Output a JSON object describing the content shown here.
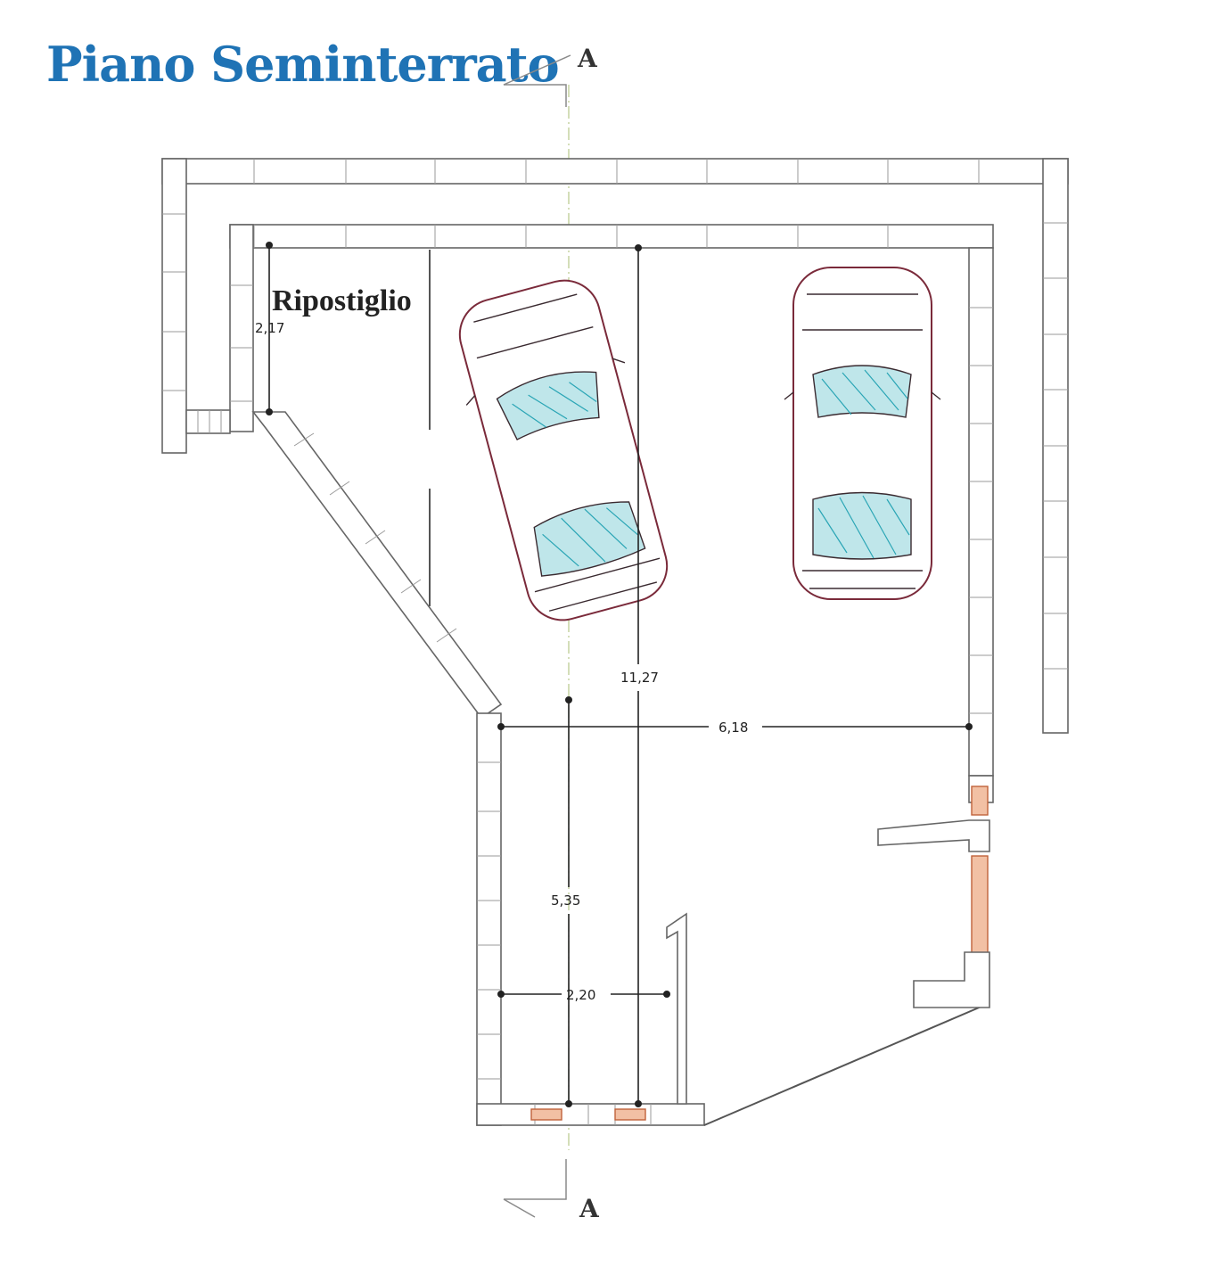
{
  "title": "Piano Seminterrato",
  "rooms": {
    "storage_label": "Ripostiglio"
  },
  "dimensions": {
    "storage_height": "2,17",
    "total_depth": "11,27",
    "width": "6,18",
    "lower_depth": "5,35",
    "lower_width": "2,20"
  },
  "section": {
    "label_top": "A",
    "label_bottom": "A"
  },
  "colors": {
    "title": "#1f73b5",
    "car_outline": "#7a2a3a",
    "glass_hatch": "#2aa5b5",
    "door": "#c0623a",
    "section_axis": "#b7c98a"
  }
}
